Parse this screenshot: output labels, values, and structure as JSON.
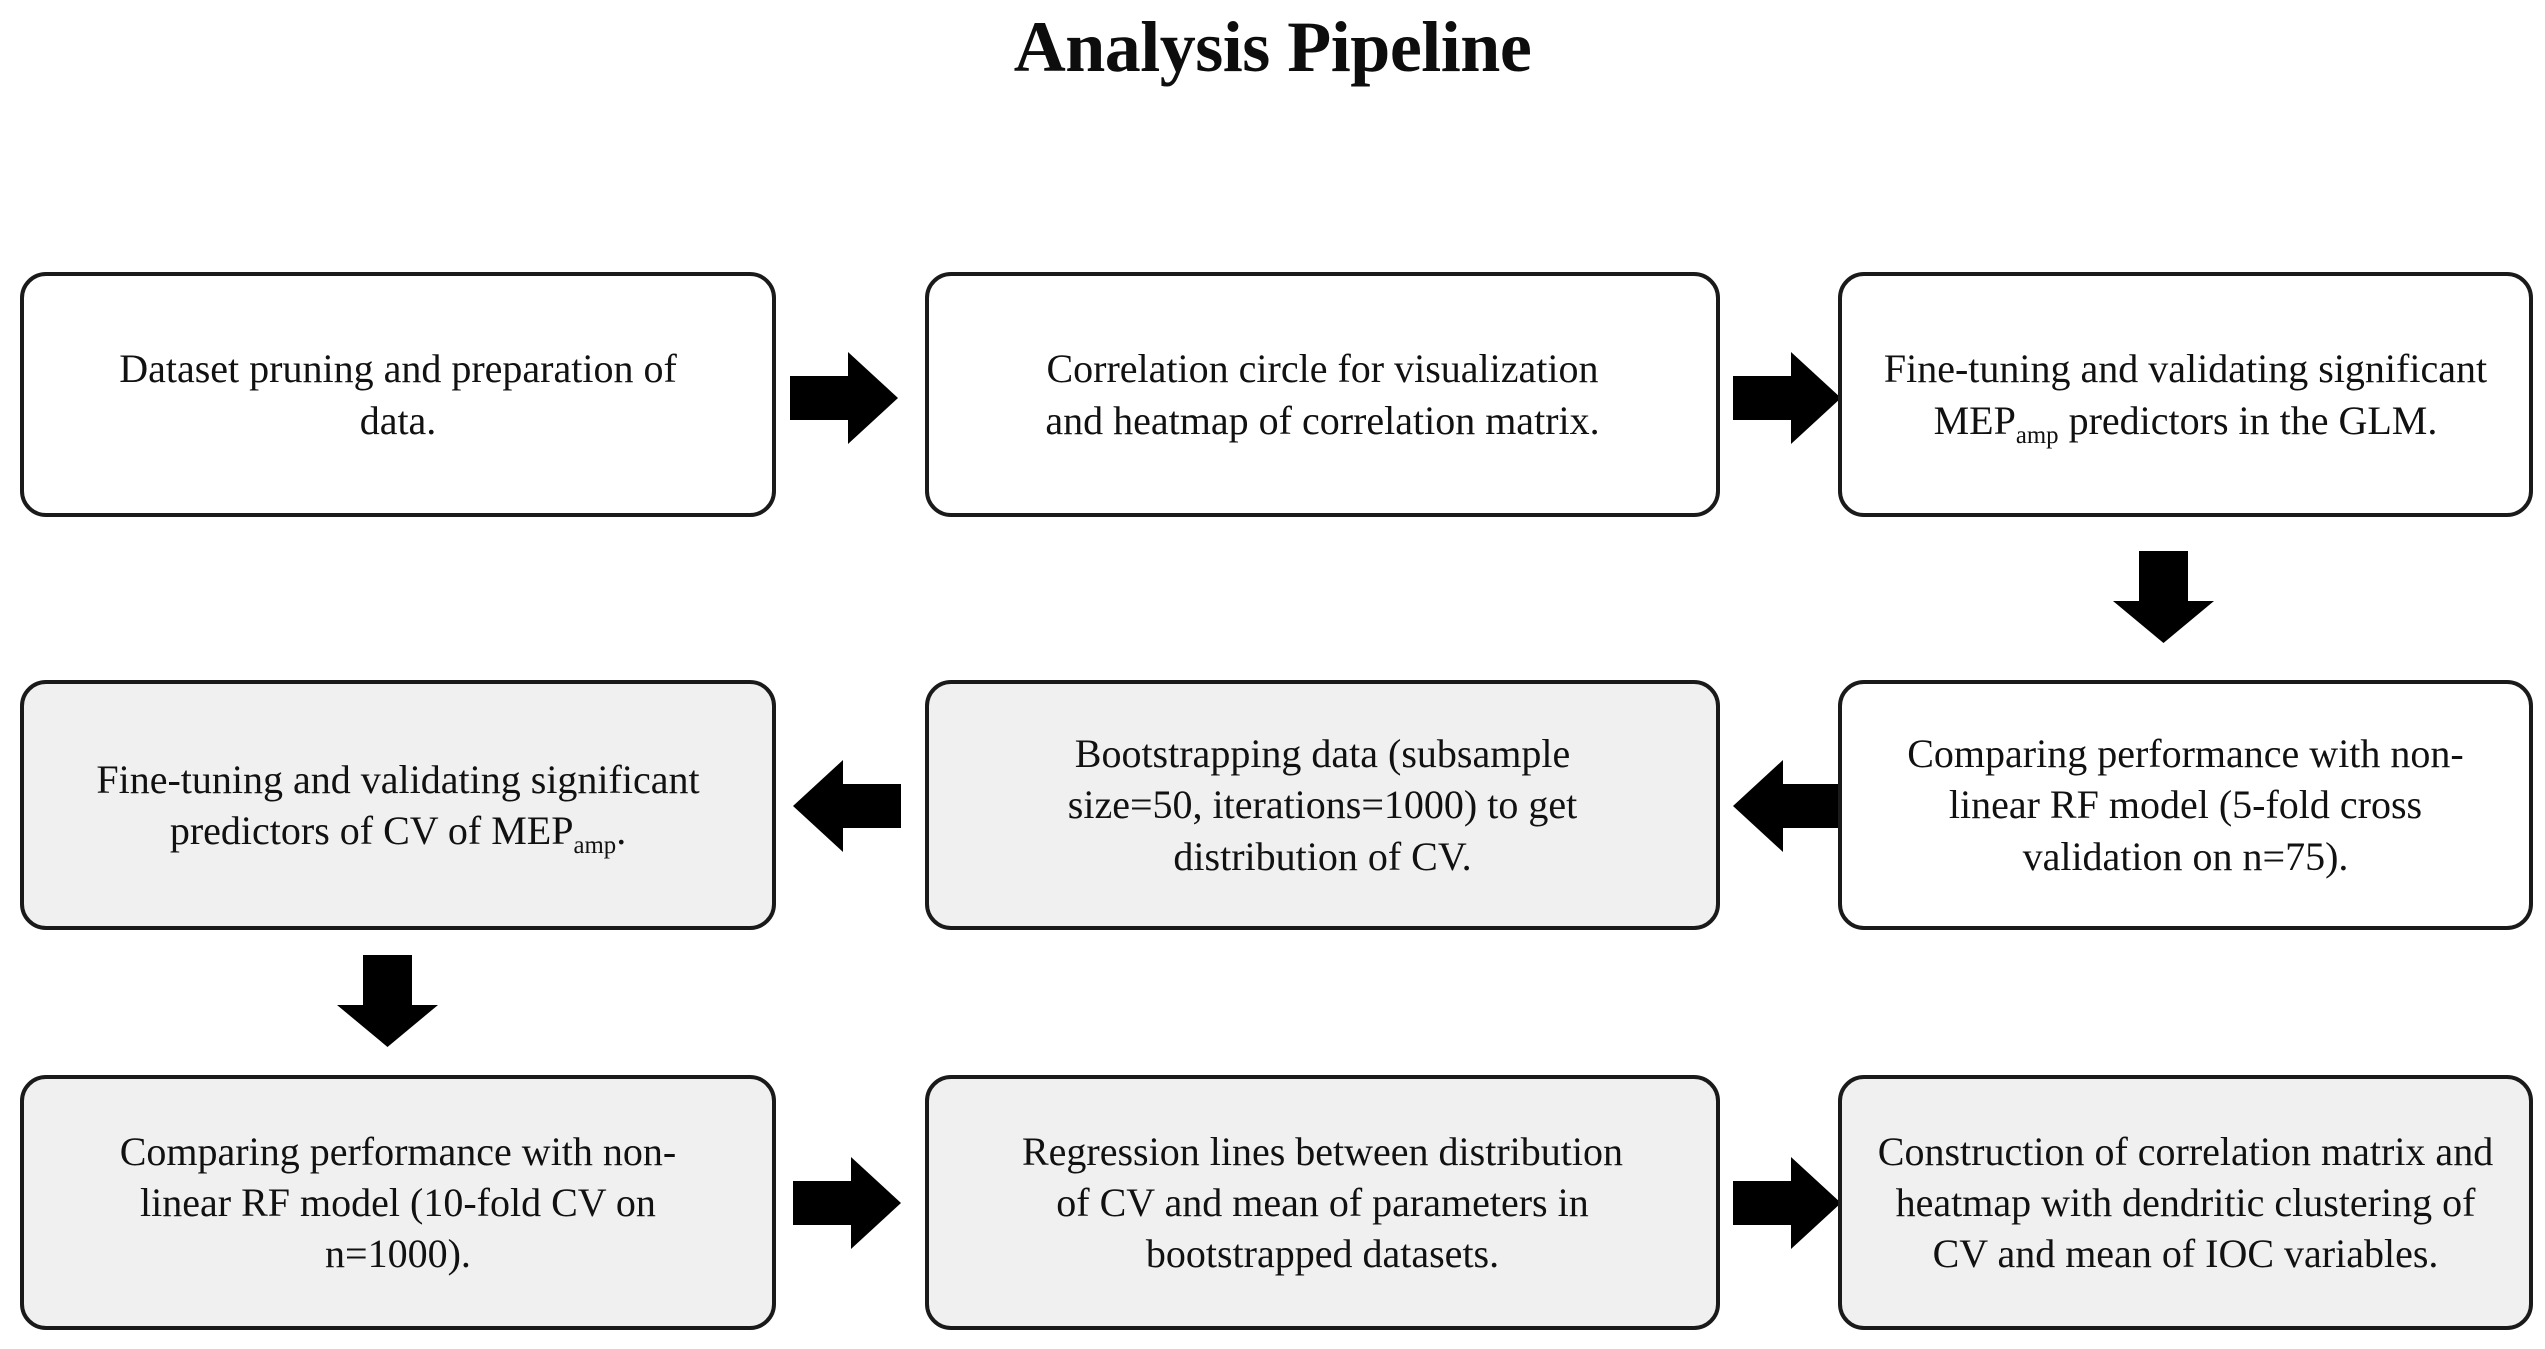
{
  "title": "Analysis Pipeline",
  "colors": {
    "box_border": "#1a1a1a",
    "box_fill_white": "#ffffff",
    "box_fill_gray": "#f0f0f0",
    "arrow_fill": "#000000",
    "text": "#111111"
  },
  "rows": [
    {
      "id": "row-1",
      "boxes": [
        {
          "id": "box-dataset-pruning",
          "fill": "white",
          "line1": "Dataset pruning and preparation of",
          "line2": "data.",
          "full_text": "Dataset pruning and preparation of data."
        },
        {
          "id": "box-correlation-circle",
          "fill": "white",
          "line1": "Correlation circle for visualization",
          "line2": "and heatmap of correlation matrix.",
          "full_text": "Correlation circle for visualization and heatmap of correlation matrix."
        },
        {
          "id": "box-glm-finetuning",
          "fill": "white",
          "line1": "Fine-tuning and validating significant",
          "line2_pre": "MEP",
          "line2_sub": "amp",
          "line2_post": " predictors in the GLM.",
          "full_text": "Fine-tuning and validating significant MEPamp predictors in the GLM."
        }
      ]
    },
    {
      "id": "row-2",
      "boxes": [
        {
          "id": "box-cv-finetuning",
          "fill": "gray",
          "line1": "Fine-tuning and validating significant",
          "line2_pre": "predictors of CV of MEP",
          "line2_sub": "amp",
          "line2_post": ".",
          "full_text": "Fine-tuning and validating significant predictors of CV of MEPamp."
        },
        {
          "id": "box-bootstrapping",
          "fill": "gray",
          "line1": "Bootstrapping data (subsample",
          "line2": "size=50, iterations=1000) to get",
          "line3": "distribution of CV.",
          "full_text": "Bootstrapping data (subsample size=50, iterations=1000) to get distribution of CV."
        },
        {
          "id": "box-rf-5fold",
          "fill": "white",
          "line1": "Comparing performance with non-",
          "line2": "linear RF model (5-fold cross",
          "line3": "validation on n=75).",
          "full_text": "Comparing performance with non-linear RF model (5-fold cross validation on n=75)."
        }
      ]
    },
    {
      "id": "row-3",
      "boxes": [
        {
          "id": "box-rf-10fold",
          "fill": "gray",
          "line1": "Comparing performance with non-",
          "line2": "linear RF model (10-fold CV on",
          "line3": "n=1000).",
          "full_text": "Comparing performance with non-linear RF model (10-fold CV on n=1000)."
        },
        {
          "id": "box-regression-lines",
          "fill": "gray",
          "line1": "Regression lines between distribution",
          "line2": "of CV and mean of parameters in",
          "line3": "bootstrapped datasets.",
          "full_text": "Regression lines between distribution of CV and mean of parameters in bootstrapped datasets."
        },
        {
          "id": "box-corr-matrix-heatmap",
          "fill": "gray",
          "line1": "Construction of correlation matrix and",
          "line2": "heatmap with dendritic clustering of",
          "line3": "CV and mean of IOC variables.",
          "full_text": "Construction of correlation matrix and heatmap with dendritic clustering of CV and mean of IOC variables."
        }
      ]
    }
  ],
  "arrows": [
    {
      "id": "arrow-r1-1to2",
      "direction": "right"
    },
    {
      "id": "arrow-r1-2to3",
      "direction": "right"
    },
    {
      "id": "arrow-r1c3-to-r2c3",
      "direction": "down"
    },
    {
      "id": "arrow-r2-3to2",
      "direction": "left"
    },
    {
      "id": "arrow-r2-2to1",
      "direction": "left"
    },
    {
      "id": "arrow-r2c1-to-r3c1",
      "direction": "down"
    },
    {
      "id": "arrow-r3-1to2",
      "direction": "right"
    },
    {
      "id": "arrow-r3-2to3",
      "direction": "right"
    }
  ]
}
